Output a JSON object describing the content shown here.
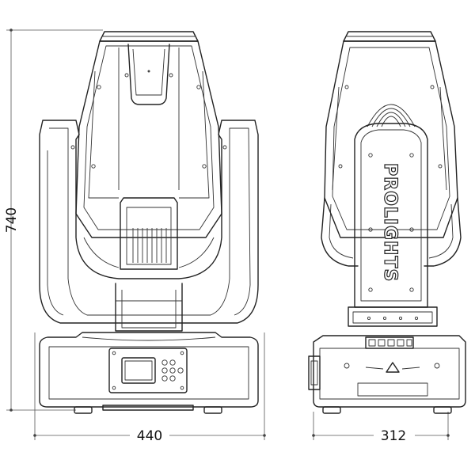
{
  "dimensions": {
    "height_label": "740",
    "front_width_label": "440",
    "side_width_label": "312"
  },
  "brand": {
    "logo_text": "PROLIGHTS"
  },
  "colors": {
    "line": "#222222",
    "background": "#ffffff"
  }
}
